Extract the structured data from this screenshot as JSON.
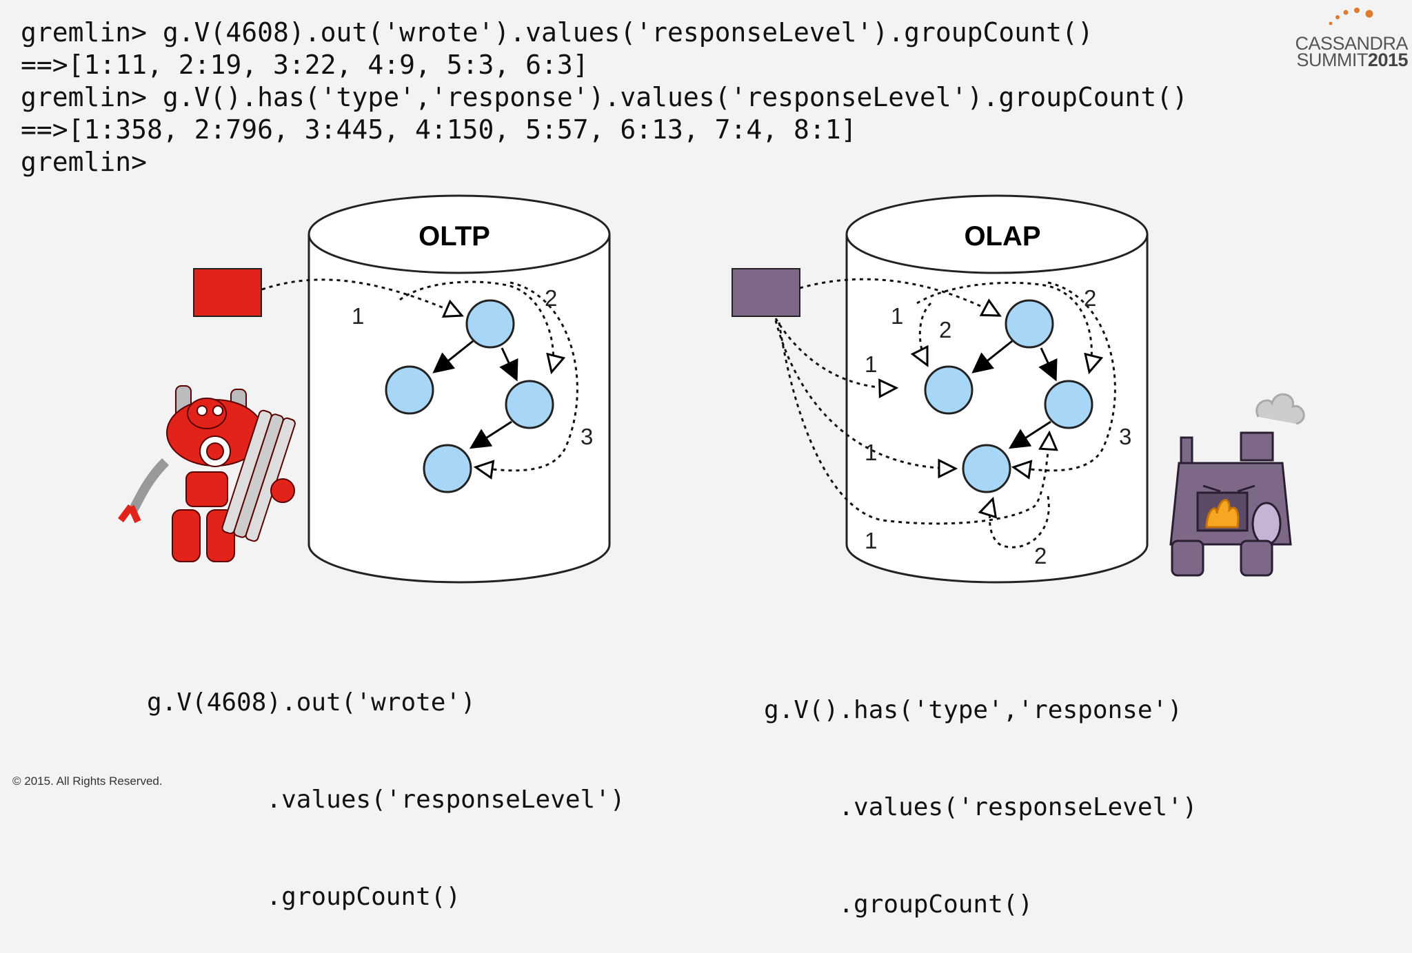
{
  "console": {
    "lines": [
      "gremlin> g.V(4608).out('wrote').values('responseLevel').groupCount()",
      "==>[1:11, 2:19, 3:22, 4:9, 5:3, 6:3]",
      "gremlin> g.V().has('type','response').values('responseLevel').groupCount()",
      "==>[1:358, 2:796, 3:445, 4:150, 5:57, 6:13, 7:4, 8:1]",
      "gremlin>"
    ]
  },
  "logo": {
    "line1": "CASSANDRA",
    "line2_a": "SUMMIT",
    "line2_b": "2015"
  },
  "oltp": {
    "title": "OLTP",
    "labels": [
      "1",
      "2",
      "3"
    ],
    "caption": [
      "g.V(4608).out('wrote')",
      "        .values('responseLevel')",
      "        .groupCount()"
    ]
  },
  "olap": {
    "title": "OLAP",
    "labels": [
      "1",
      "2",
      "2",
      "1",
      "1",
      "3",
      "1",
      "2"
    ],
    "caption": [
      "g.V().has('type','response')",
      "     .values('responseLevel')",
      "     .groupCount()"
    ]
  },
  "colors": {
    "oltp_box": "#e2231a",
    "olap_box": "#7d6887",
    "node": "#a8d6f7",
    "robot": "#e2231a",
    "furnace": "#7d6887"
  },
  "footer": "© 2015. All Rights Reserved."
}
